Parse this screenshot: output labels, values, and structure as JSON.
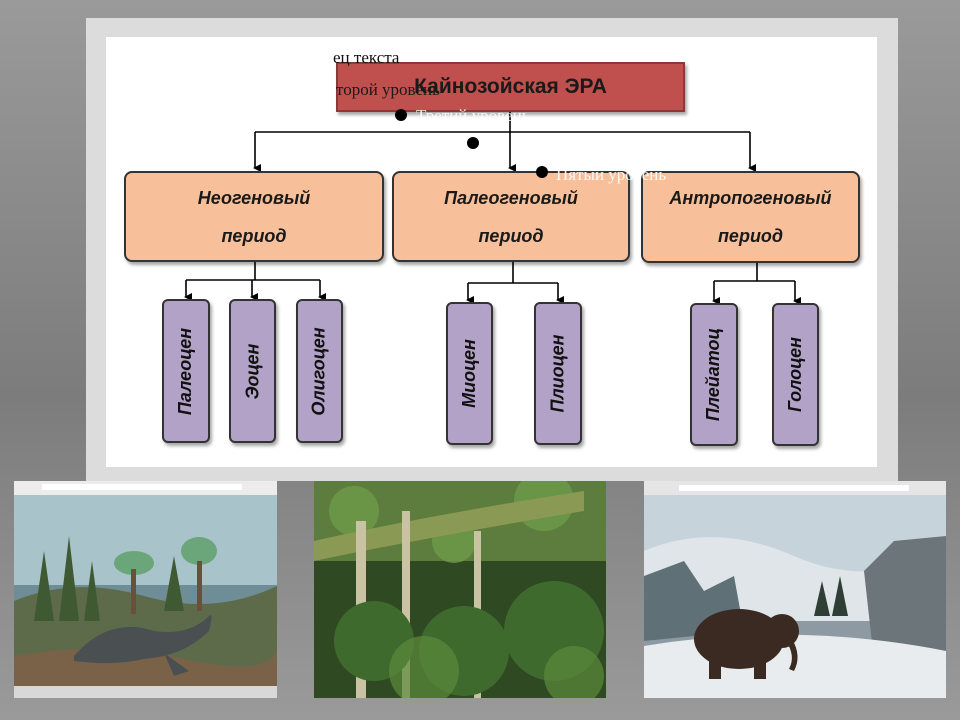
{
  "era": {
    "label": "Кайнозойская ЭРА"
  },
  "periods": [
    {
      "line1": "Неогеновый",
      "line2": "период"
    },
    {
      "line1": "Палеогеновый",
      "line2": "период"
    },
    {
      "line1": "Антропогеновый",
      "line2": "период"
    }
  ],
  "epochs": [
    "Палеоцен",
    "Эоцен",
    "Олигоцен",
    "Миоцен",
    "Плиоцен",
    "Плейатоц",
    "Голоцен"
  ],
  "overlay": {
    "line1": "ец текста",
    "line2": "торой уровень",
    "line3": "Третий уровень",
    "line4": "Пятый уровень"
  },
  "photos": [
    "dinosaur-diorama",
    "forest-scene",
    "mammoth-diorama"
  ],
  "colors": {
    "era": "#c0504d",
    "period": "#f8c09a",
    "epoch": "#b3a2c7"
  }
}
